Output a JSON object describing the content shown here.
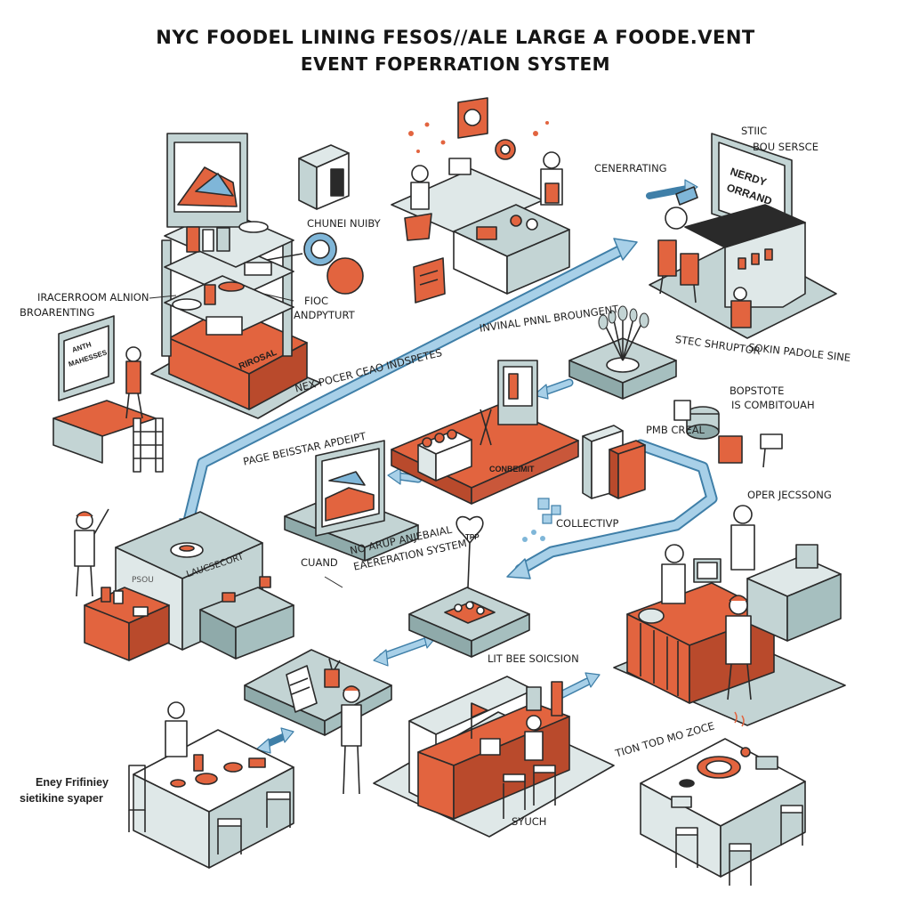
{
  "title": {
    "line1": "NYC FOODEL LINING FESOS//ALE LARGE A FOODE.VENT",
    "line2": "EVENT FOPERRATION SYSTEM"
  },
  "labels": {
    "chunei_nuby": "CHUNEI NUIBY",
    "fioc": "FIOC",
    "andpyturt": "ANDPYTURT",
    "cenerating": "CENERRATING",
    "stiic": "STIIC",
    "bou_sersce": "BOU SERSCE",
    "screen_nerdy": "NERDY",
    "screen_orrand": "ORRAND",
    "iracerroom_line1": "IRACERROOM ALNION",
    "iracerroom_line2": "BROARENTING",
    "screen_anth": "ANTH",
    "screen_mahesses": "MAHESSES",
    "counter_rirosal": "RIROSAL",
    "nex_pocer": "NEX POCER CEAO INDSPETES",
    "invinal_pnnl": "INVINAL PNNL BROUNGENT",
    "stec_shrup": "STEC SHRUPTOR",
    "sokin_padole": "SOKIN PADOLE SINE",
    "bopstote_line1": "BOPSTOTE",
    "bopstote_line2": "IS COMBITOUAH",
    "page_beistar": "PAGE BEISSTAR APDEIPT",
    "pmb_creal": "PMB CREAL",
    "conbeimit": "CONBEIMIT",
    "operjecssong": "OPER JECSSONG",
    "laucsecort": "LAUCSECORT",
    "psou": "PSOU",
    "cuand": "CUAND",
    "no_arup_line1": "NO ARUP ANJEBAIAL",
    "no_arup_line2": "EAERERATION SYSTEM",
    "collectivp": "COLLECTIVP",
    "tag_tpp": "TPP",
    "lit_bee": "LIT BEE SOICSION",
    "eney_line1": "Eney Frifiniey",
    "eney_line2": "sietikine syaper",
    "tion_tod": "TION TOD MO ZOCE",
    "syuch": "SYUCH"
  },
  "colors": {
    "accent": "#e2643f",
    "accent_dark": "#b94a2c",
    "teal": "#c3d4d4",
    "teal_dark": "#8faaaa",
    "arrow": "#7fb6d8",
    "arrow_dark": "#3f7fa8",
    "paper": "#ffffff",
    "line": "#2a2a2a"
  }
}
